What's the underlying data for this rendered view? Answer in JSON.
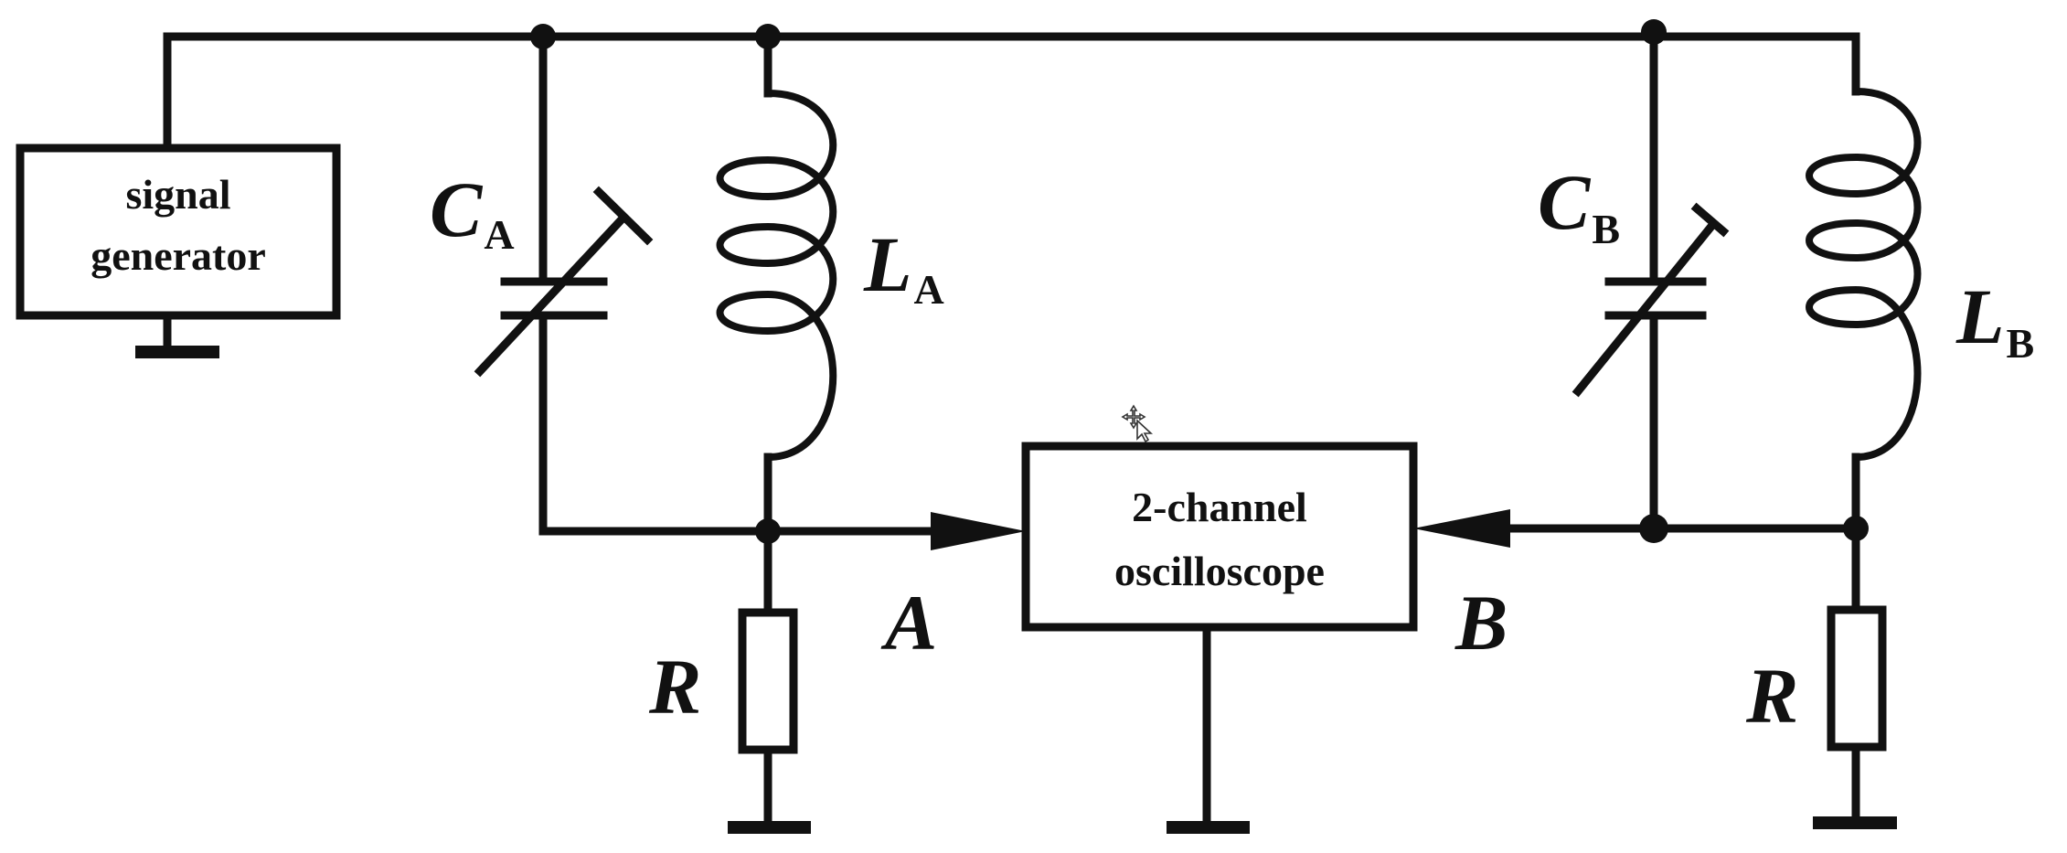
{
  "generator": {
    "line1": "signal",
    "line2": "generator"
  },
  "oscilloscope": {
    "line1": "2-channel",
    "line2": "oscilloscope"
  },
  "labels": {
    "capacitor_a": {
      "symbol": "C",
      "subscript": "A"
    },
    "inductor_a": {
      "symbol": "L",
      "subscript": "A"
    },
    "capacitor_b": {
      "symbol": "C",
      "subscript": "B"
    },
    "inductor_b": {
      "symbol": "L",
      "subscript": "B"
    },
    "resistor_a": "R",
    "resistor_b": "R",
    "channel_a": "A",
    "channel_b": "B"
  },
  "colors": {
    "ink": "#111111",
    "background": "#ffffff"
  },
  "icons": {
    "cursor": "move-cursor-icon"
  }
}
